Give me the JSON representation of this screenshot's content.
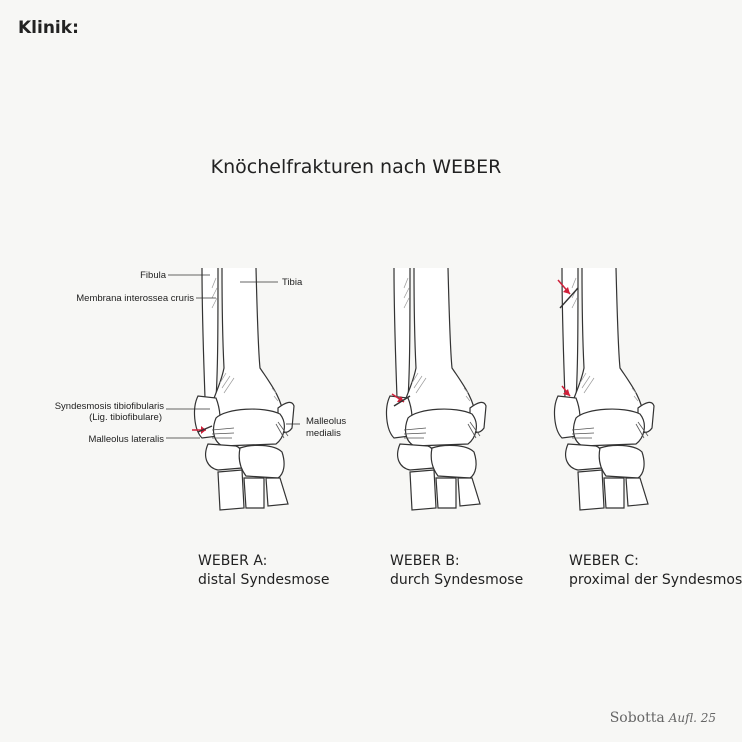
{
  "header": "Klinik:",
  "title": "Knöchelfrakturen nach WEBER",
  "labels": {
    "fibula": "Fibula",
    "membrana": "Membrana interossea cruris",
    "tibia": "Tibia",
    "syndesmosis_1": "Syndesmosis tibiofibularis",
    "syndesmosis_2": "(Lig. tibiofibulare)",
    "malleolus_lat": "Malleolus lateralis",
    "malleolus_med_1": "Malleolus",
    "malleolus_med_2": "medialis"
  },
  "panels": [
    {
      "heading": "WEBER A:",
      "desc": "distal Syndesmose"
    },
    {
      "heading": "WEBER B:",
      "desc": "durch Syndesmose"
    },
    {
      "heading": "WEBER C:",
      "desc": "proximal der Syndesmose"
    }
  ],
  "credit": {
    "name": "Sobotta",
    "edition": "Aufl. 25"
  },
  "colors": {
    "arrow": "#d0203a",
    "bone_outline": "#333333",
    "shade": "#999999"
  }
}
